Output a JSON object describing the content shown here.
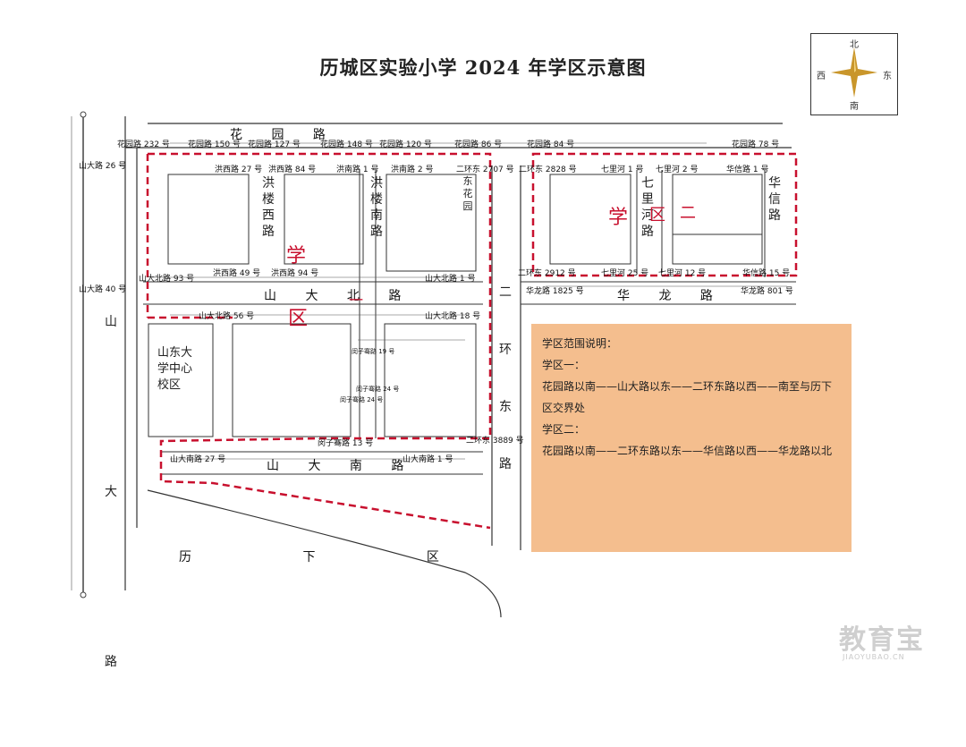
{
  "title": "历城区实验小学 2024 年学区示意图",
  "compass": {
    "north": "北",
    "south": "南",
    "west": "西",
    "east": "东"
  },
  "roads": {
    "huayuan_road": "花 园 路",
    "shanda_north_road": "山 大 北 路",
    "shanda_south_road": "山 大 南 路",
    "hualong": "华 龙 路",
    "shanda_road_v": "山大路",
    "erhuan_east_v": "二环东路",
    "hongloux_v": "洪楼西路",
    "honglounan_v": "洪楼南路",
    "qilihe_v": "七里河路",
    "huaxin_v": "华信路",
    "donghuayuan_v": "东花园",
    "lixia_district": "历 下 区",
    "shandong_univ": "山东大学中心校区"
  },
  "road_numbers": [
    "花园路 232 号",
    "花园路 150 号",
    "花园路 127 号",
    "花园路 148 号",
    "花园路 120 号",
    "花园路 86 号",
    "花园路 84 号",
    "花园路 78 号",
    "山大路 26 号",
    "洪西路 27 号",
    "洪西路 84 号",
    "洪南路 1 号",
    "洪南路 2 号",
    "二环东 2707 号",
    "二环东 2828 号",
    "七里河 1 号",
    "七里河 2 号",
    "华信路 1 号",
    "山大北路 93 号",
    "洪西路 49 号",
    "洪西路 94 号",
    "山大北路 1 号",
    "二环东 2912 号",
    "七里河 25 号",
    "七里河 12 号",
    "华信路 15 号",
    "山大路 40 号",
    "华龙路 1825 号",
    "华龙路 801 号",
    "山大北路 56 号",
    "山大北路 18 号",
    "闵子骞路 19 号",
    "闵子骞路 24 号",
    "闵子骞路 24 号",
    "闵子骞路 13 号",
    "二环东 3889 号",
    "山大南路 27 号",
    "山大南路 1 号"
  ],
  "district_labels": {
    "xue": "学",
    "qu": "区",
    "yi": "一",
    "er": "二"
  },
  "info": {
    "heading": "学区范围说明：",
    "zone1_label": "学区一：",
    "zone1_text": "花园路以南——山大路以东——二环东路以西——南至与历下区交界处",
    "zone2_label": "学区二：",
    "zone2_text": "花园路以南——二环东路以东——华信路以西——华龙路以北"
  },
  "watermark": {
    "main": "教育宝",
    "sub": "JIAOYUBAO.CN"
  },
  "colors": {
    "red": "#c8102e",
    "info_bg": "#f4be8e"
  }
}
